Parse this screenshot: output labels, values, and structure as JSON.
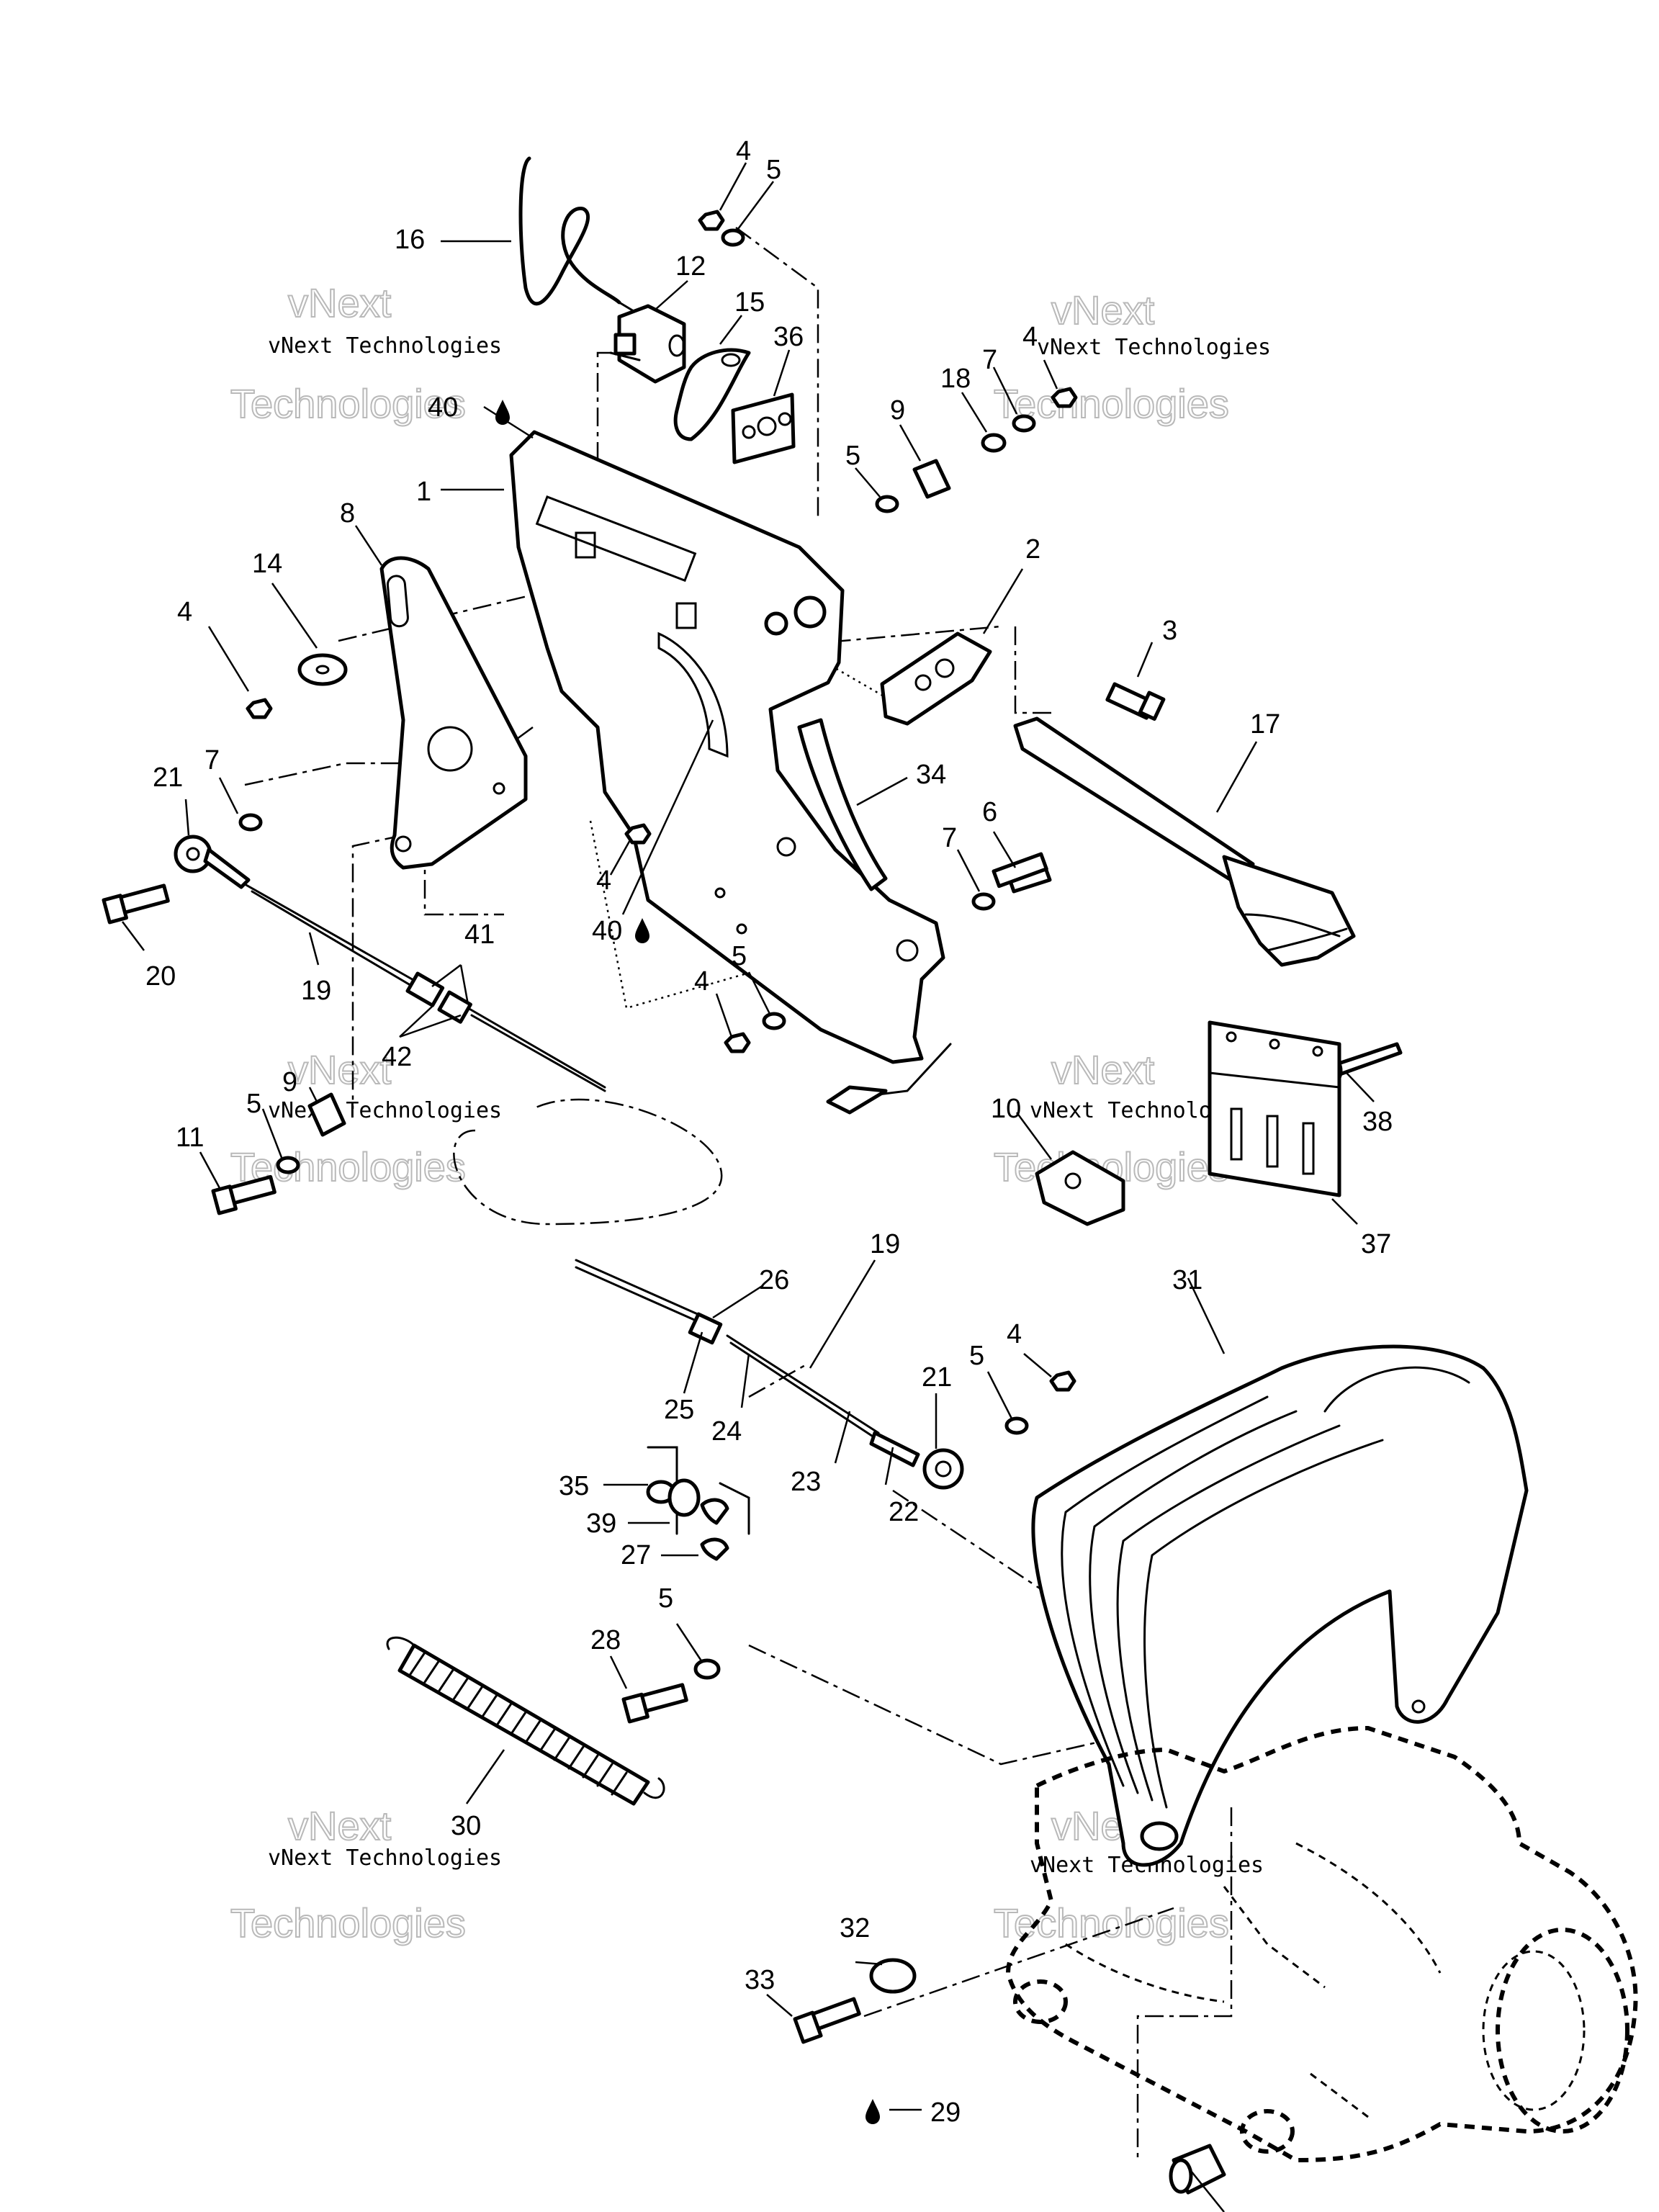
{
  "watermark": {
    "line1": "vNext Technologies",
    "line2": "vNext",
    "line3": "Technologies"
  },
  "callouts": [
    {
      "id": "c16",
      "text": "16"
    },
    {
      "id": "c4a",
      "text": "4"
    },
    {
      "id": "c5a",
      "text": "5"
    },
    {
      "id": "c12",
      "text": "12"
    },
    {
      "id": "c15",
      "text": "15"
    },
    {
      "id": "c36",
      "text": "36"
    },
    {
      "id": "c40a",
      "text": "40"
    },
    {
      "id": "c1",
      "text": "1"
    },
    {
      "id": "c8",
      "text": "8"
    },
    {
      "id": "c14",
      "text": "14"
    },
    {
      "id": "c4b",
      "text": "4"
    },
    {
      "id": "c5b",
      "text": "5"
    },
    {
      "id": "c9a",
      "text": "9"
    },
    {
      "id": "c18",
      "text": "18"
    },
    {
      "id": "c7a",
      "text": "7"
    },
    {
      "id": "c4c",
      "text": "4"
    },
    {
      "id": "c2",
      "text": "2"
    },
    {
      "id": "c3",
      "text": "3"
    },
    {
      "id": "c17",
      "text": "17"
    },
    {
      "id": "c34",
      "text": "34"
    },
    {
      "id": "c7b",
      "text": "7"
    },
    {
      "id": "c6",
      "text": "6"
    },
    {
      "id": "c21a",
      "text": "21"
    },
    {
      "id": "c7c",
      "text": "7"
    },
    {
      "id": "c20",
      "text": "20"
    },
    {
      "id": "c19a",
      "text": "19"
    },
    {
      "id": "c4d",
      "text": "4"
    },
    {
      "id": "c40b",
      "text": "40"
    },
    {
      "id": "c41",
      "text": "41"
    },
    {
      "id": "c42",
      "text": "42"
    },
    {
      "id": "c4e",
      "text": "4"
    },
    {
      "id": "c5c",
      "text": "5"
    },
    {
      "id": "c9b",
      "text": "9"
    },
    {
      "id": "c5d",
      "text": "5"
    },
    {
      "id": "c11",
      "text": "11"
    },
    {
      "id": "c10",
      "text": "10"
    },
    {
      "id": "c38",
      "text": "38"
    },
    {
      "id": "c37",
      "text": "37"
    },
    {
      "id": "c26",
      "text": "26"
    },
    {
      "id": "c19b",
      "text": "19"
    },
    {
      "id": "c31",
      "text": "31"
    },
    {
      "id": "c5e",
      "text": "5"
    },
    {
      "id": "c4f",
      "text": "4"
    },
    {
      "id": "c21b",
      "text": "21"
    },
    {
      "id": "c25",
      "text": "25"
    },
    {
      "id": "c24",
      "text": "24"
    },
    {
      "id": "c23",
      "text": "23"
    },
    {
      "id": "c22",
      "text": "22"
    },
    {
      "id": "c35",
      "text": "35"
    },
    {
      "id": "c39",
      "text": "39"
    },
    {
      "id": "c27",
      "text": "27"
    },
    {
      "id": "c28",
      "text": "28"
    },
    {
      "id": "c5f",
      "text": "5"
    },
    {
      "id": "c30",
      "text": "30"
    },
    {
      "id": "c32",
      "text": "32"
    },
    {
      "id": "c33",
      "text": "33"
    },
    {
      "id": "c29",
      "text": "29"
    }
  ]
}
